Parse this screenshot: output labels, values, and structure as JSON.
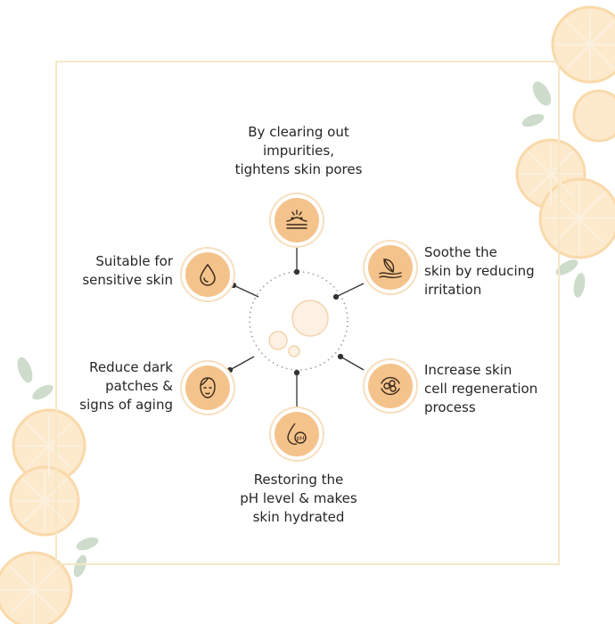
{
  "benefits": [
    {
      "id": "pores",
      "lines": [
        "By clearing out",
        "impurities,",
        "tightens skin pores"
      ]
    },
    {
      "id": "soothe",
      "lines": [
        "Soothe the",
        "skin by reducing",
        "irritation"
      ]
    },
    {
      "id": "regeneration",
      "lines": [
        "Increase skin",
        "cell regeneration",
        "process"
      ]
    },
    {
      "id": "ph",
      "lines": [
        "Restoring the",
        "pH level & makes",
        "skin hydrated"
      ]
    },
    {
      "id": "aging",
      "lines": [
        "Reduce dark",
        "patches &",
        "signs of aging"
      ]
    },
    {
      "id": "sensitive",
      "lines": [
        "Suitable for",
        "sensitive skin"
      ]
    }
  ],
  "icons": {
    "pores": "skin-pores-icon",
    "soothe": "feather-skin-icon",
    "regeneration": "cell-regeneration-icon",
    "ph": "ph-drop-icon",
    "aging": "face-icon",
    "sensitive": "drop-icon"
  },
  "icon_text": {
    "ph": "pH"
  },
  "colors": {
    "node_fill": "#f4c38c",
    "icon_stroke": "#3a2a1a",
    "orange_slice": "#fbe3c2",
    "leaf": "#c9d8c6",
    "frame": "#f4e8c6"
  }
}
